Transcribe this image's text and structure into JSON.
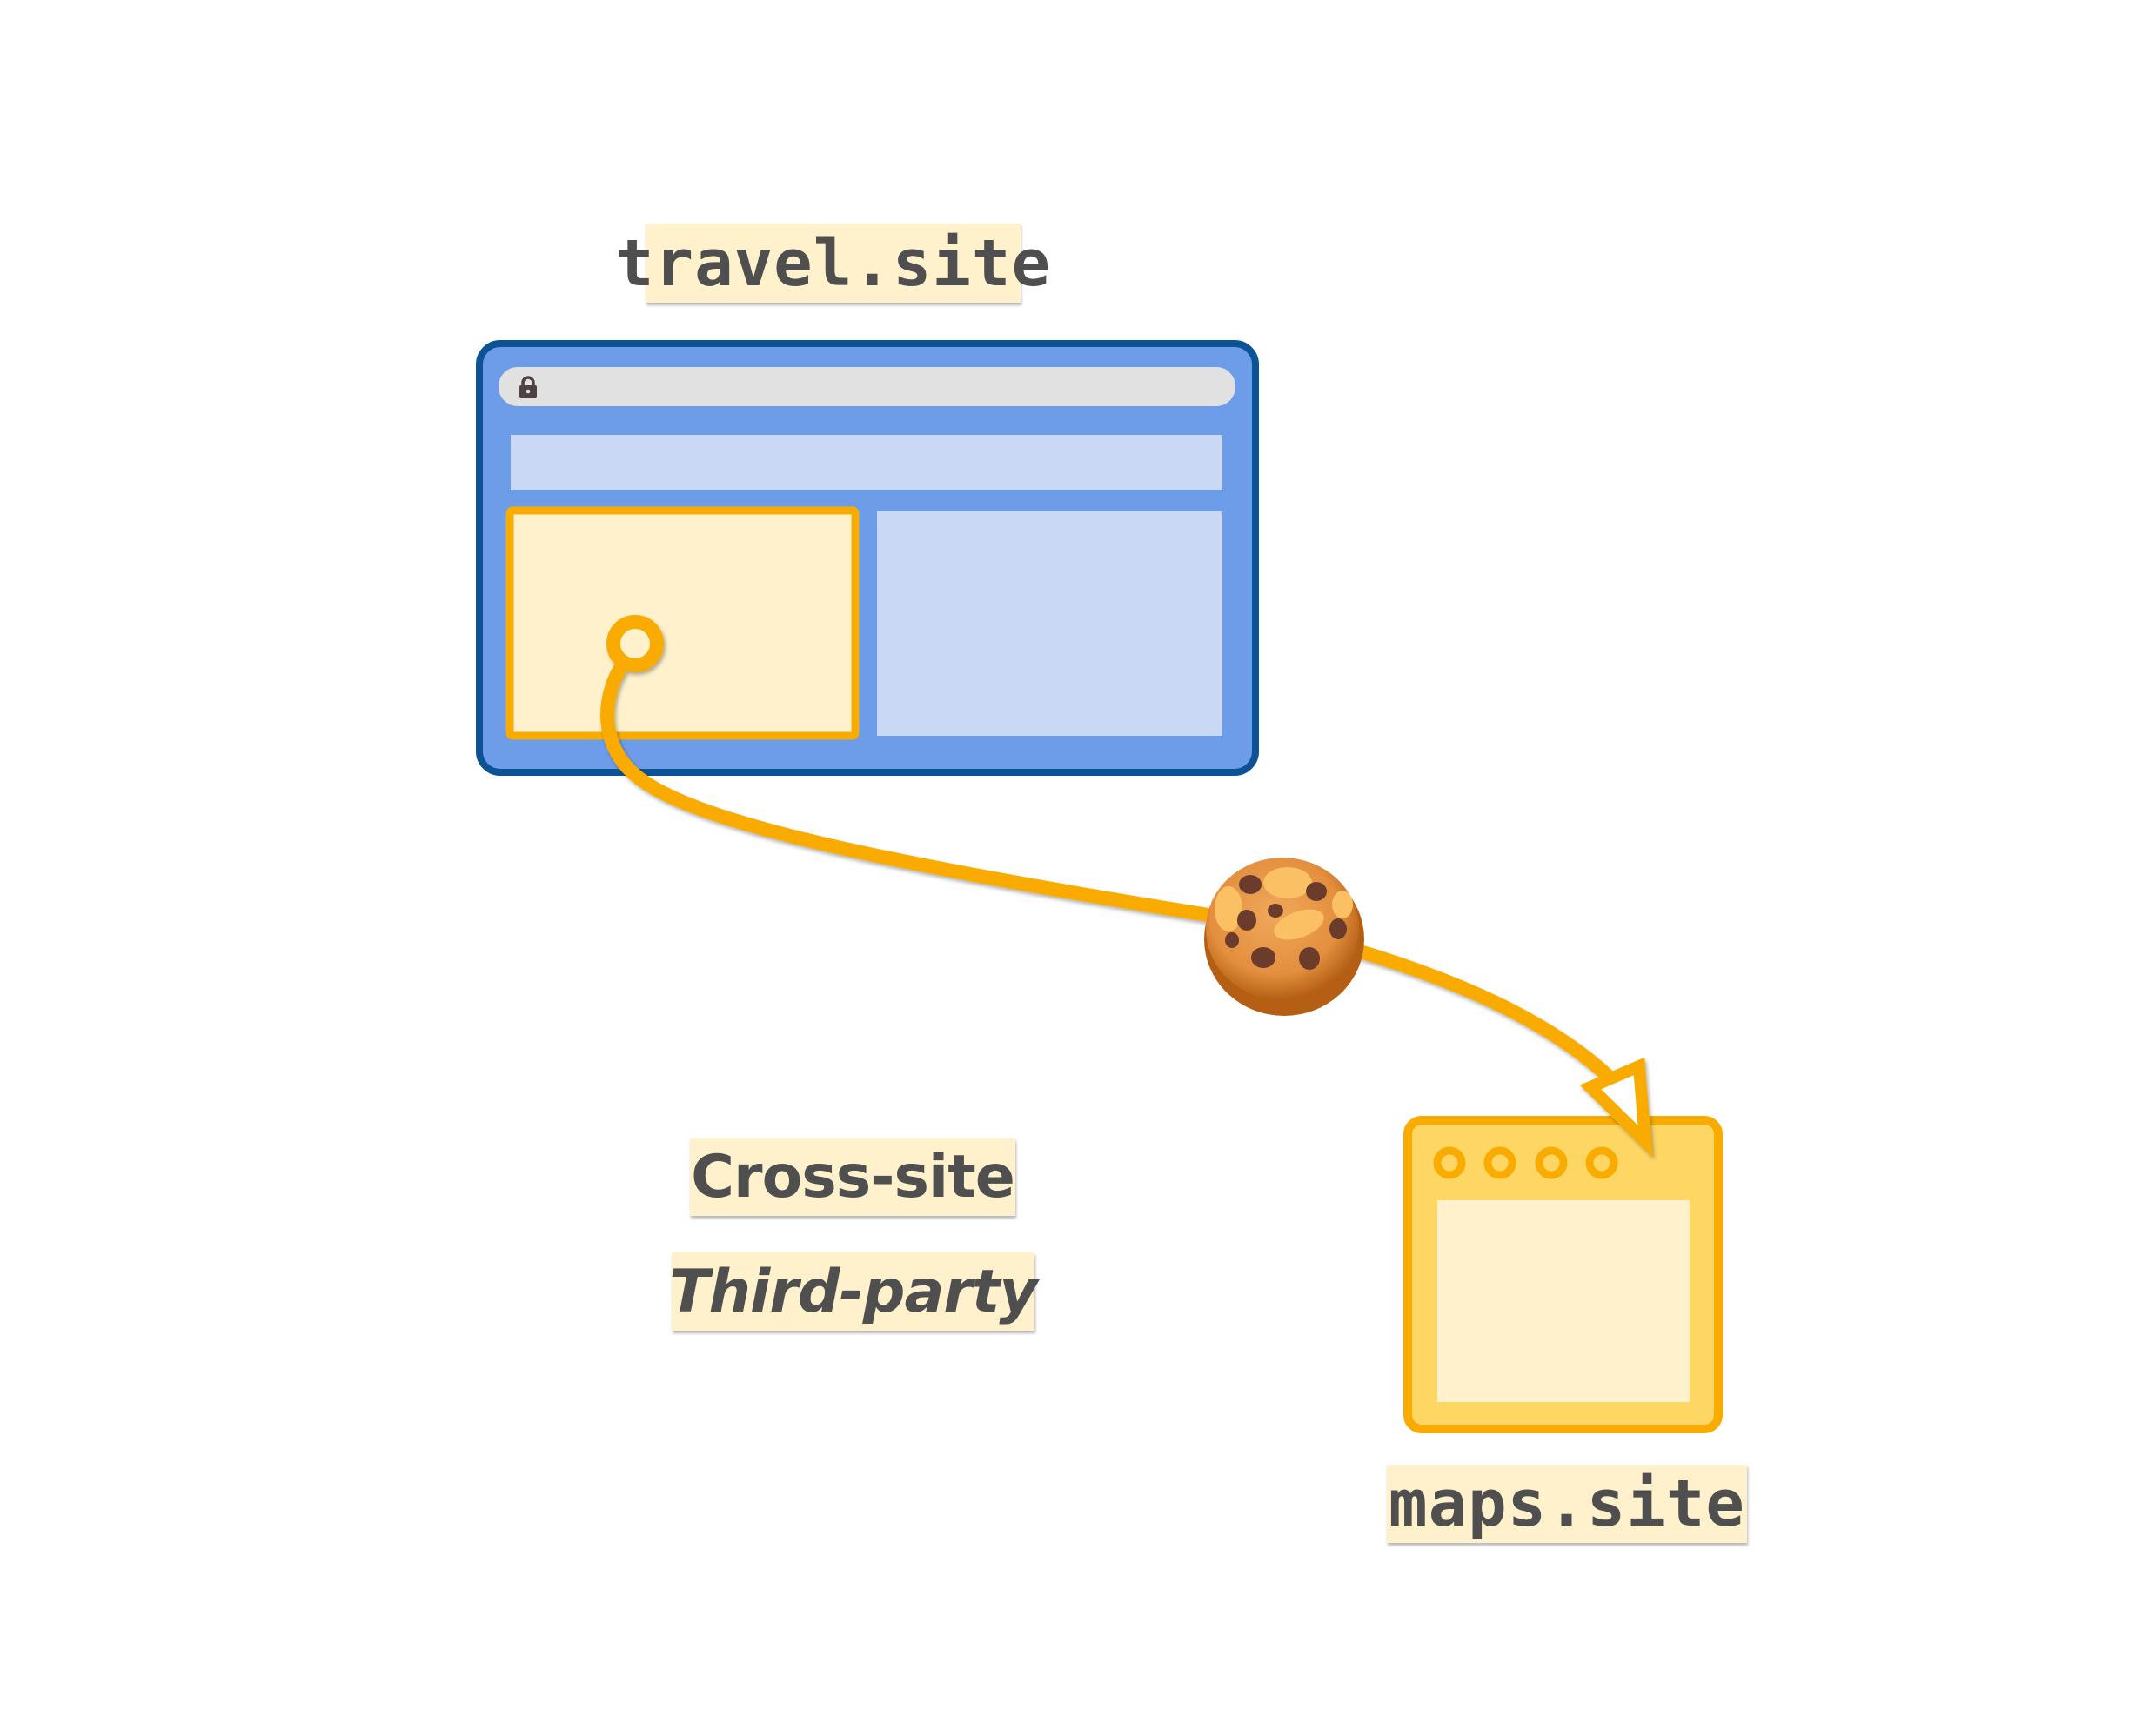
{
  "diagram": {
    "title": "Cross-site / third-party cookie diagram",
    "labels": {
      "top_site": "travel.site",
      "embedded_site": "maps.site",
      "relationship_primary": "Cross-site",
      "relationship_secondary": "Third-party"
    },
    "nodes": [
      {
        "id": "travel-site-browser",
        "label": "travel.site",
        "type": "browser-window",
        "icon": "lock-icon"
      },
      {
        "id": "embedded-iframe",
        "type": "iframe",
        "parent": "travel-site-browser"
      },
      {
        "id": "maps-site-window",
        "label": "maps.site",
        "type": "app-window"
      }
    ],
    "edges": [
      {
        "from": "embedded-iframe",
        "to": "maps-site-window",
        "carrier": "cookie-icon",
        "style": "curved-arrow"
      }
    ],
    "icons": {
      "lock": "lock-icon",
      "cookie": "cookie-icon",
      "arrow": "arrowhead-icon"
    },
    "colors": {
      "browser_border": "#0b5394",
      "browser_fill": "#6d9ce8",
      "browser_panels": "#c8d8f5",
      "address_bar": "#e1e1e1",
      "iframe_border": "#f9ab00",
      "iframe_fill": "#fef1cc",
      "maps_fill": "#fdd663",
      "maps_panel": "#fef1cc",
      "label_bg": "#fef1cc",
      "label_text": "#4f4f4f",
      "arrow": "#f9ab00"
    }
  }
}
